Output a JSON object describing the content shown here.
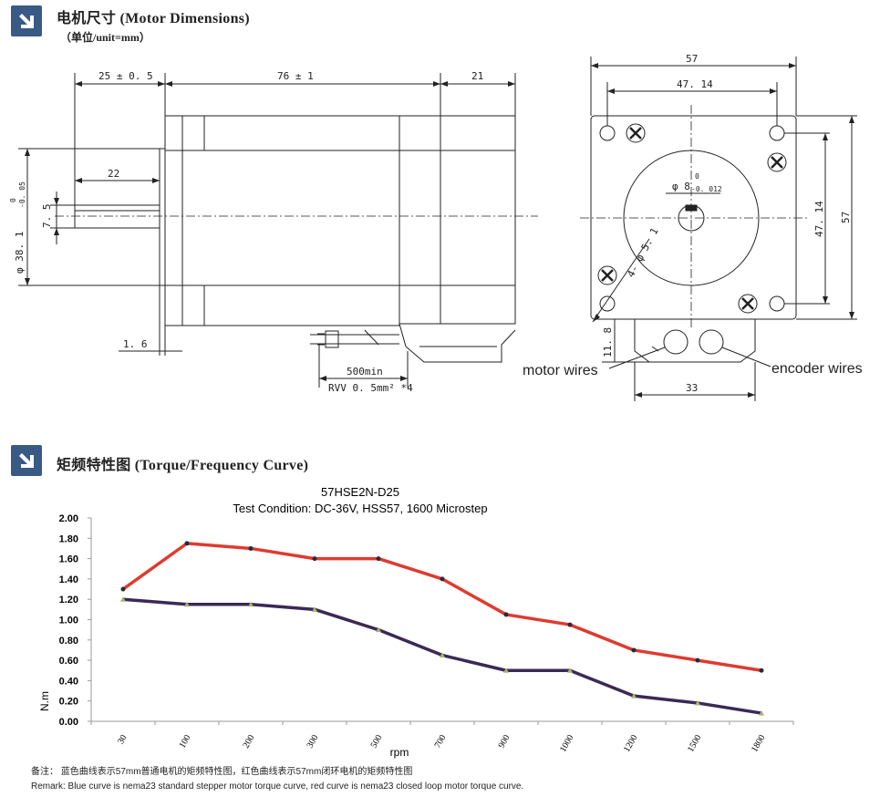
{
  "sections": {
    "dimensions": {
      "title": "电机尺寸 (Motor Dimensions)",
      "subtitle": "（单位/unit=mm）"
    },
    "torque": {
      "title": "矩频特性图 (Torque/Frequency Curve)"
    }
  },
  "drawing": {
    "dims": {
      "shaft_len": "25 ± 0. 5",
      "body_len": "76 ± 1",
      "encoder_len": "21",
      "shaft_flat": "22",
      "flange_thk": "1. 6",
      "boss_dia": "φ 38. 1",
      "boss_tol_top": "0",
      "boss_tol_bot": "-0. 05",
      "flat_dim": "7. 5",
      "cable_len": "500min",
      "cable_spec": "RVV  0. 5mm² *4",
      "width": "57",
      "hole_pitch": "47. 14",
      "shaft_dia": "φ 8",
      "shaft_tol_top": "0",
      "shaft_tol_bot": "-0. 012",
      "holes": "4- φ 5. 1",
      "side_pitch": "47. 14",
      "side_width": "57",
      "box_height": "11. 8",
      "box_width": "33"
    },
    "labels": {
      "motor_wires": "motor wires",
      "encoder_wires": "encoder wires"
    }
  },
  "chart_data": {
    "type": "line",
    "title": "57HSE2N-D25",
    "subtitle": "Test Condition:   DC-36V,   HSS57,   1600 Microstep",
    "xlabel": "rpm",
    "ylabel": "N.m",
    "categories": [
      "30",
      "100",
      "200",
      "300",
      "500",
      "700",
      "900",
      "1000",
      "1200",
      "1500",
      "1800"
    ],
    "ylim": [
      0,
      2.0
    ],
    "yticks": [
      "0.00",
      "0.20",
      "0.40",
      "0.60",
      "0.80",
      "1.00",
      "1.20",
      "1.40",
      "1.60",
      "1.80",
      "2.00"
    ],
    "series": [
      {
        "color": "#e03a2f",
        "values": [
          1.3,
          1.75,
          1.7,
          1.6,
          1.6,
          1.4,
          1.05,
          0.95,
          0.7,
          0.6,
          0.5
        ]
      },
      {
        "color": "#3a2a55",
        "values": [
          1.2,
          1.15,
          1.15,
          1.1,
          0.9,
          0.65,
          0.5,
          0.5,
          0.25,
          0.18,
          0.08
        ]
      }
    ],
    "grid": false
  },
  "notes": {
    "cn": "备注：  蓝色曲线表示57mm普通电机的矩频特性图，红色曲线表示57mm闭环电机的矩频特性图",
    "en": "Remark: Blue curve is nema23 standard stepper motor torque curve, red curve is nema23 closed loop motor torque curve."
  }
}
